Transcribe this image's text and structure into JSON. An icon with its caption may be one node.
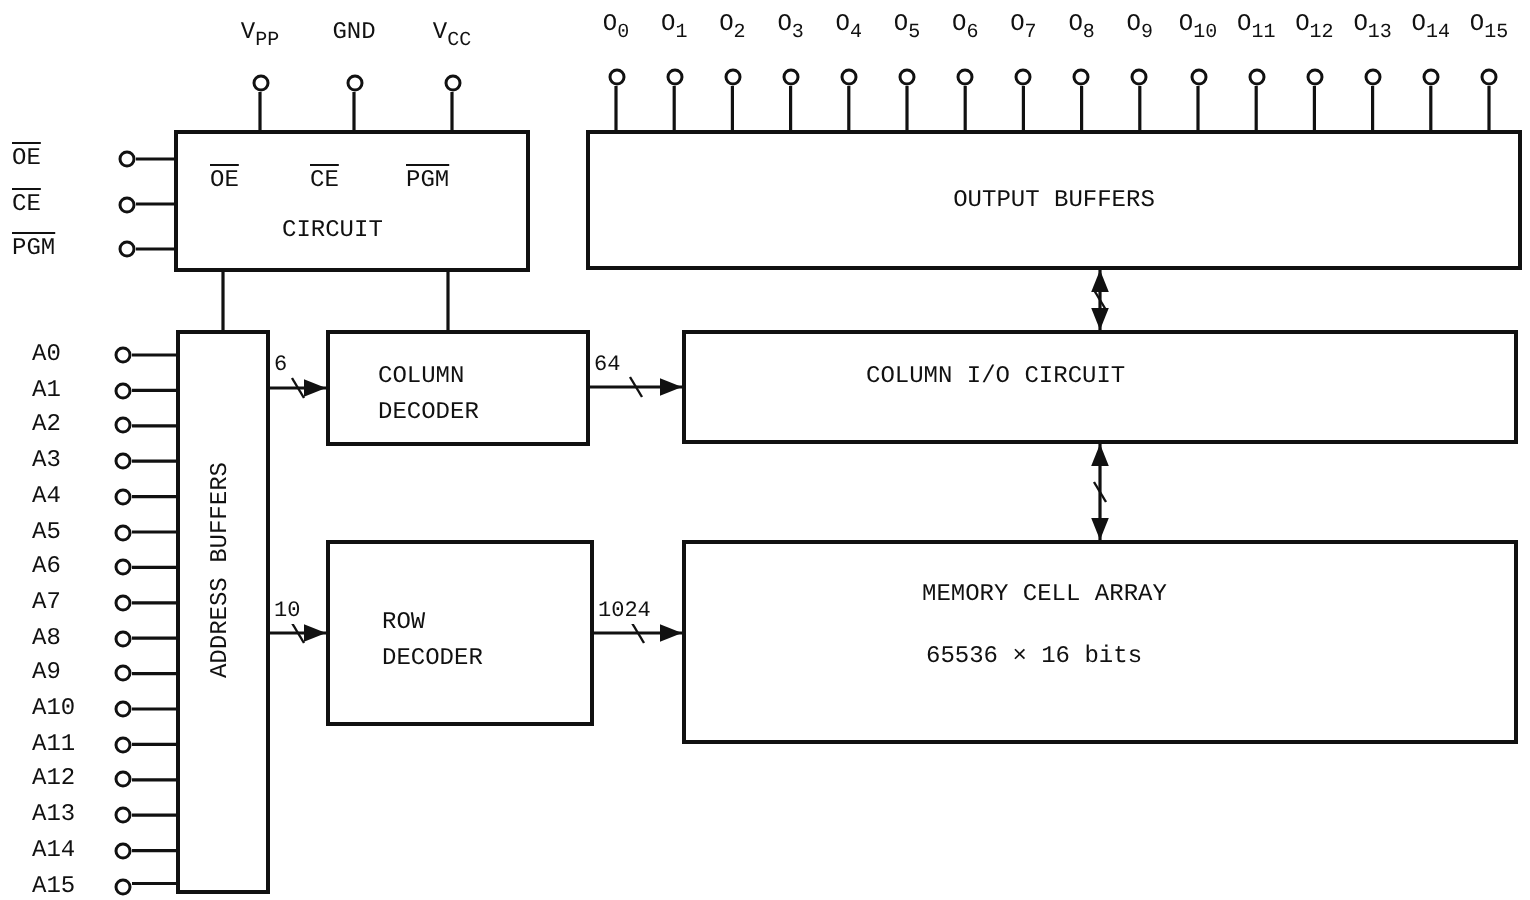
{
  "diagram": {
    "nodes": [
      {
        "text": [
          "OE",
          "CE",
          "PGM",
          "CIRCUIT"
        ]
      },
      {
        "text": [
          "OUTPUT BUFFERS"
        ]
      },
      {
        "text": [
          "ADDRESS BUFFERS"
        ]
      },
      {
        "text": [
          "COLUMN DECODER"
        ]
      },
      {
        "text": [
          "COLUMN I/O CIRCUIT"
        ]
      },
      {
        "text": [
          "ROW DECODER"
        ]
      },
      {
        "text": [
          "MEMORY CELL ARRAY",
          "65536 × 16 bits"
        ]
      },
      {
        "text": [
          "V$_{PP}$"
        ]
      },
      {
        "text": [
          "GND"
        ]
      },
      {
        "text": [
          "V$_{CC}$"
        ]
      },
      {
        "text": [
          "OE"
        ]
      },
      {
        "text": [
          "CE"
        ]
      },
      {
        "text": [
          "PGM"
        ]
      },
      {
        "text": [
          "A0"
        ]
      },
      {
        "text": [
          "A1"
        ]
      },
      {
        "text": [
          "A2"
        ]
      },
      {
        "text": [
          "A3"
        ]
      },
      {
        "text": [
          "A4"
        ]
      },
      {
        "text": [
          "A5"
        ]
      },
      {
        "text": [
          "A6"
        ]
      },
      {
        "text": [
          "A7"
        ]
      },
      {
        "text": [
          "A8"
        ]
      },
      {
        "text": [
          "A9"
        ]
      },
      {
        "text": [
          "A10"
        ]
      },
      {
        "text": [
          "A11"
        ]
      },
      {
        "text": [
          "A12"
        ]
      },
      {
        "text": [
          "A13"
        ]
      },
      {
        "text": [
          "A14"
        ]
      },
      {
        "text": [
          "A15"
        ]
      },
      {
        "text": [
          "O$_{0}$"
        ]
      },
      {
        "text": [
          "O$_{1}$"
        ]
      },
      {
        "text": [
          "O$_{2}$"
        ]
      },
      {
        "text": [
          "O$_{3}$"
        ]
      },
      {
        "text": [
          "O$_{4}$"
        ]
      },
      {
        "text": [
          "O$_{5}$"
        ]
      },
      {
        "text": [
          "O$_{6}$"
        ]
      },
      {
        "text": [
          "O$_{7}$"
        ]
      },
      {
        "text": [
          "O$_{8}$"
        ]
      },
      {
        "text": [
          "O$_{9}$"
        ]
      },
      {
        "text": [
          "O$_{10}$"
        ]
      },
      {
        "text": [
          "O$_{11}$"
        ]
      },
      {
        "text": [
          "O$_{12}$"
        ]
      },
      {
        "text": [
          "O$_{13}$"
        ]
      },
      {
        "text": [
          "O$_{14}$"
        ]
      },
      {
        "text": [
          "O$_{15}$"
        ]
      }
    ],
    "edges": [
      {
        "from": 7,
        "to": 0,
        "arrow": "none"
      },
      {
        "from": 8,
        "to": 0,
        "arrow": "none"
      },
      {
        "from": 9,
        "to": 0,
        "arrow": "none"
      },
      {
        "from": 10,
        "to": 0,
        "arrow": "none"
      },
      {
        "from": 11,
        "to": 0,
        "arrow": "none"
      },
      {
        "from": 12,
        "to": 0,
        "arrow": "none"
      },
      {
        "from": 13,
        "to": 2,
        "arrow": "none"
      },
      {
        "from": 14,
        "to": 2,
        "arrow": "none"
      },
      {
        "from": 15,
        "to": 2,
        "arrow": "none"
      },
      {
        "from": 16,
        "to": 2,
        "arrow": "none"
      },
      {
        "from": 17,
        "to": 2,
        "arrow": "none"
      },
      {
        "from": 18,
        "to": 2,
        "arrow": "none"
      },
      {
        "from": 19,
        "to": 2,
        "arrow": "none"
      },
      {
        "from": 20,
        "to": 2,
        "arrow": "none"
      },
      {
        "from": 21,
        "to": 2,
        "arrow": "none"
      },
      {
        "from": 22,
        "to": 2,
        "arrow": "none"
      },
      {
        "from": 23,
        "to": 2,
        "arrow": "none"
      },
      {
        "from": 24,
        "to": 2,
        "arrow": "none"
      },
      {
        "from": 25,
        "to": 2,
        "arrow": "none"
      },
      {
        "from": 26,
        "to": 2,
        "arrow": "none"
      },
      {
        "from": 27,
        "to": 2,
        "arrow": "none"
      },
      {
        "from": 28,
        "to": 2,
        "arrow": "none"
      },
      {
        "from": 0,
        "to": 2,
        "arrow": "none"
      },
      {
        "from": 0,
        "to": 3,
        "arrow": "none"
      },
      {
        "from": 2,
        "to": 3,
        "arrow": "to",
        "label": "6"
      },
      {
        "from": 2,
        "to": 5,
        "arrow": "to",
        "label": "10"
      },
      {
        "from": 3,
        "to": 4,
        "arrow": "to",
        "label": "64"
      },
      {
        "from": 5,
        "to": 6,
        "arrow": "to",
        "label": "1024"
      },
      {
        "from": 4,
        "to": 1,
        "arrow": "both"
      },
      {
        "from": 6,
        "to": 4,
        "arrow": "both"
      },
      {
        "from": 1,
        "to": 29,
        "arrow": "none"
      },
      {
        "from": 1,
        "to": 30,
        "arrow": "none"
      },
      {
        "from": 1,
        "to": 31,
        "arrow": "none"
      },
      {
        "from": 1,
        "to": 32,
        "arrow": "none"
      },
      {
        "from": 1,
        "to": 33,
        "arrow": "none"
      },
      {
        "from": 1,
        "to": 34,
        "arrow": "none"
      },
      {
        "from": 1,
        "to": 35,
        "arrow": "none"
      },
      {
        "from": 1,
        "to": 36,
        "arrow": "none"
      },
      {
        "from": 1,
        "to": 37,
        "arrow": "none"
      },
      {
        "from": 1,
        "to": 38,
        "arrow": "none"
      },
      {
        "from": 1,
        "to": 39,
        "arrow": "none"
      },
      {
        "from": 1,
        "to": 40,
        "arrow": "none"
      },
      {
        "from": 1,
        "to": 41,
        "arrow": "none"
      },
      {
        "from": 1,
        "to": 42,
        "arrow": "none"
      },
      {
        "from": 1,
        "to": 43,
        "arrow": "none"
      },
      {
        "from": 1,
        "to": 44,
        "arrow": "none"
      }
    ]
  }
}
